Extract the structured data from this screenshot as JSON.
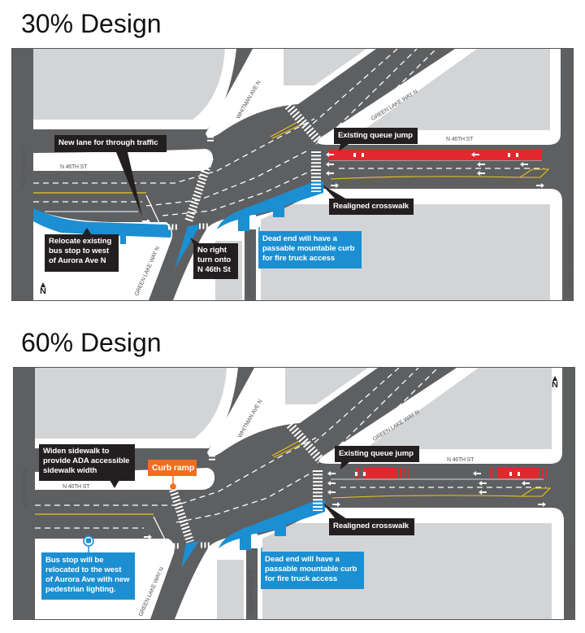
{
  "colors": {
    "road": "#5e5f61",
    "block": "#d3d4d5",
    "sidewalk": "#ffffff",
    "callout": "#231f20",
    "blue": "#1b8fd2",
    "red": "#e0282e",
    "yellow": "#e8c61b",
    "orange": "#f26d21"
  },
  "maps": [
    {
      "title": "30% Design",
      "streets": {
        "n46_west": "N 46TH ST",
        "n46_east": "N 46TH ST",
        "aurora": "AURORA AVE N",
        "whitman_top": "WHITMAN AVE N",
        "whitman_bottom": "WHITMAN AN AVE N",
        "greenlake_top": "GREEN LAKE WAY N",
        "greenlake_bottom": "GREEN LAKE WAY N",
        "woodland": "WOODLAND PARK AVE N"
      },
      "north": "N",
      "callouts": {
        "new_lane": "New lane for through traffic",
        "queue_jump": "Existing queue jump",
        "realigned": "Realigned crosswalk",
        "bus_stop": [
          "Relocate existing",
          "bus stop to west",
          "of Aurora Ave N"
        ],
        "no_right": [
          "No right",
          "turn onto",
          "N 46th St"
        ],
        "dead_end": [
          "Dead end will have a",
          "passable mountable curb",
          "for fire truck access"
        ]
      }
    },
    {
      "title": "60% Design",
      "streets": {
        "n46_west": "N 46TH ST",
        "n46_east": "N 46TH ST",
        "aurora": "AURORA AVE N",
        "whitman_top": "WHITMAN AVE N",
        "whitman_bottom": "WHITMAN AVE N",
        "greenlake_top": "GREEN LAKE WAY N",
        "greenlake_bottom": "GREEN LAKE WAY N",
        "woodland": "WOODLAND PARK AVE N"
      },
      "north": "N",
      "callouts": {
        "widen": [
          "Widen sidewalk to",
          "provide ADA accessible",
          "sidewalk width"
        ],
        "curb_ramp": "Curb ramp",
        "queue_jump": "Existing queue jump",
        "realigned": "Realigned crosswalk",
        "bus_stop": [
          "Bus stop will be",
          "relocated to the west",
          "of Aurora Ave with new",
          "pedestrian lighting."
        ],
        "dead_end": [
          "Dead end will have a",
          "passable mountable curb",
          "for fire truck access"
        ]
      }
    }
  ]
}
